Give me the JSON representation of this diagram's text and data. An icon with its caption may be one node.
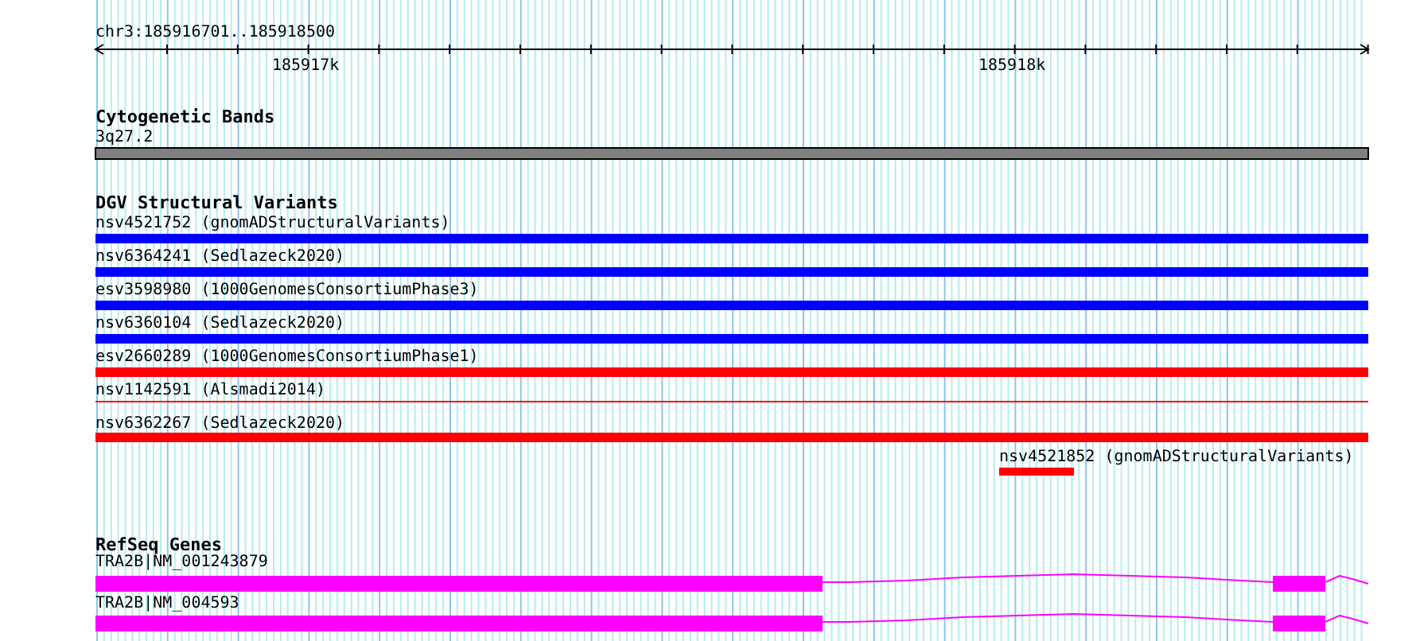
{
  "diagram": {
    "labels": [
      "chr3:185916701..185918500",
      "185917k",
      "185918k",
      "Cytogenetic Bands",
      "3q27.2",
      "DGV Structural Variants",
      "nsv4521752 (gnomADStructuralVariants)",
      "nsv6364241 (Sedlazeck2020)",
      "esv3598980 (1000GenomesConsortiumPhase3)",
      "nsv6360104 (Sedlazeck2020)",
      "esv2660289 (1000GenomesConsortiumPhase1)",
      "nsv1142591 (Alsmadi2014)",
      "nsv6362267 (Sedlazeck2020)",
      "nsv4521852 (gnomADStructuralVariants)",
      "RefSeq Genes",
      "TRA2B|NM_001243879",
      "TRA2B|NM_004593"
    ]
  }
}
